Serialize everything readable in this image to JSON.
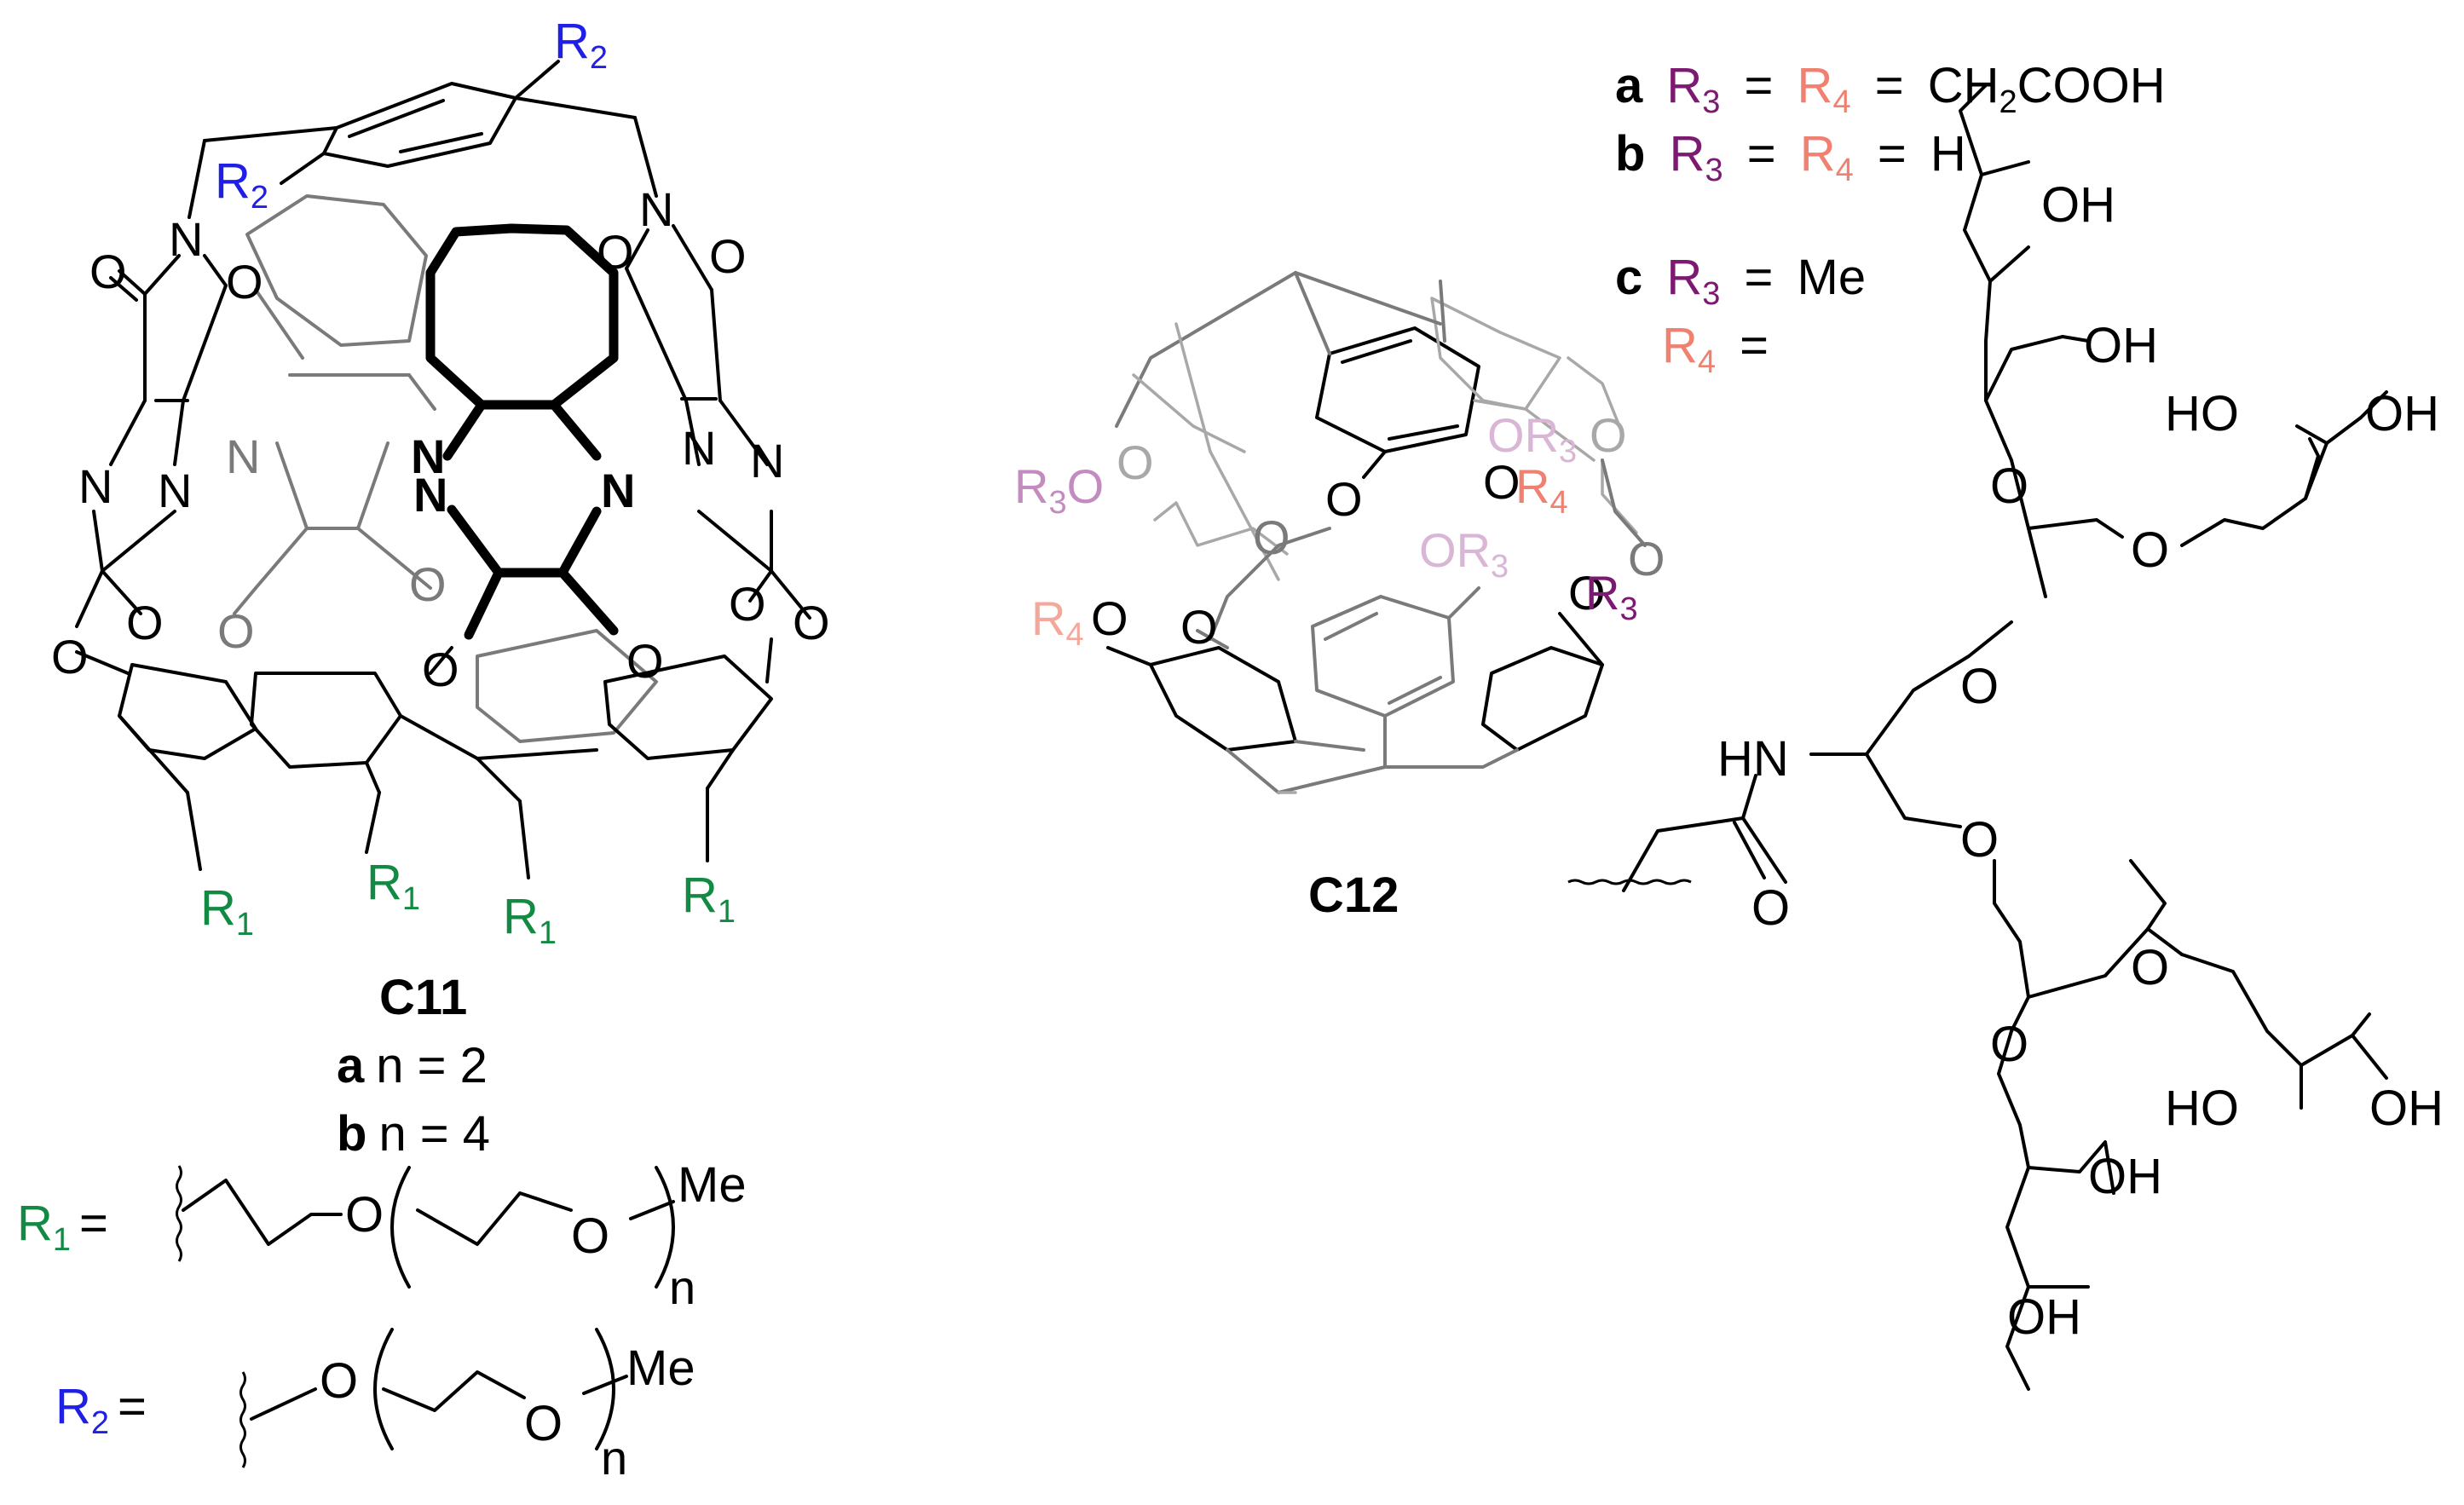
{
  "colors": {
    "black": "#000000",
    "gray": "#7a7a7a",
    "lightgray": "#a8a8a8",
    "R1": "#138a43",
    "R2": "#1f1fe6",
    "R3": "#7c1a72",
    "R3_light": "#c48bc0",
    "R3_faint": "#d9b6d6",
    "R4": "#f08070",
    "R4_light": "#f4a89c"
  },
  "atoms": {
    "O": "O",
    "N": "N",
    "OH": "OH",
    "HO": "HO",
    "HN": "HN",
    "Me": "Me",
    "n": "n",
    "one": "1",
    "two": "2",
    "three": "3",
    "four": "4",
    "R": "R"
  },
  "c11": {
    "name": "C11",
    "variants": [
      {
        "letter": "a",
        "text": "n = 2"
      },
      {
        "letter": "b",
        "text": "n = 4"
      }
    ],
    "eq": "="
  },
  "c12": {
    "name": "C12",
    "variants": [
      {
        "letter": "a",
        "eq1": "=",
        "eq2": "=",
        "rest": "CH",
        "sub": "2",
        "tail": "COOH"
      },
      {
        "letter": "b",
        "eq1": "=",
        "eq2": "=",
        "rest": "H"
      },
      {
        "letter": "c",
        "eq1": "=",
        "rest": "Me",
        "r4_eq": "="
      }
    ]
  }
}
